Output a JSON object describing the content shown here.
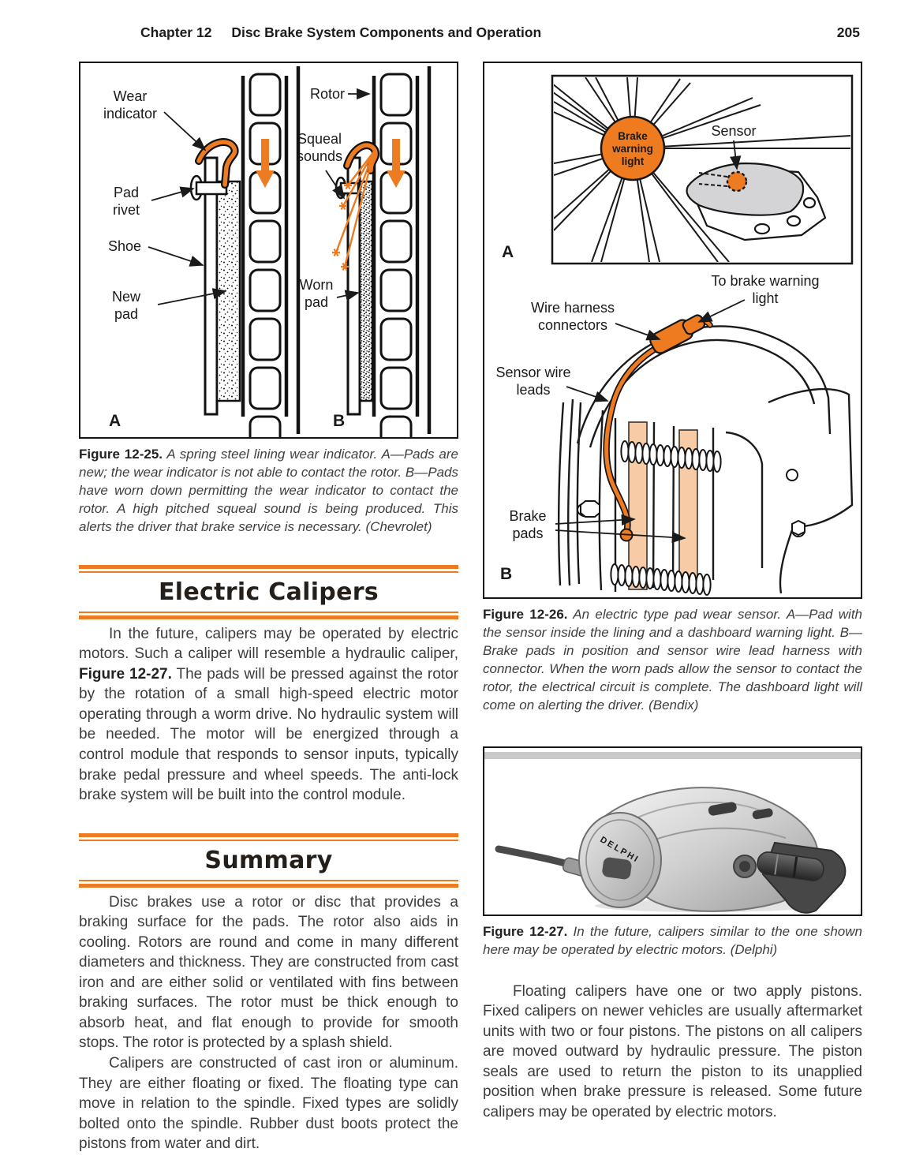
{
  "page": {
    "number": "205"
  },
  "header": {
    "chapter": "Chapter 12",
    "title": "Disc Brake System Components and Operation"
  },
  "colors": {
    "accent": "#ed7b21",
    "pad_peach": "#f6cba6",
    "pad_gray": "#d4d4d6"
  },
  "fig_12_25": {
    "labels": {
      "wear_1": "Wear",
      "wear_2": "indicator",
      "rivet_1": "Pad",
      "rivet_2": "rivet",
      "shoe": "Shoe",
      "new_1": "New",
      "new_2": "pad",
      "rotor": "Rotor",
      "squeal_1": "Squeal",
      "squeal_2": "sounds",
      "worn_1": "Worn",
      "worn_2": "pad",
      "a": "A",
      "b": "B"
    },
    "caption_lead": "Figure 12-25.",
    "caption": "A spring steel lining wear indicator. A—Pads are new; the wear indicator is not able to contact the rotor. B—Pads have worn down permitting the wear indicator to contact the rotor. A high pitched squeal sound is being produced. This alerts the driver that brake service is necessary. (Chevrolet)"
  },
  "sections": {
    "electric_calipers": {
      "heading": "Electric Calipers",
      "para_before": "In the future, calipers may be operated by electric motors. Such a caliper will resemble a hydraulic caliper, ",
      "para_ref": "Figure 12-27.",
      "para_after": " The pads will be pressed against the rotor by the rotation of a small high-speed electric motor operating through a worm drive. No hydraulic system will be needed. The motor will be energized through a control module that responds to sensor inputs, typically brake pedal pressure and wheel speeds. The anti-lock brake system will be built into the control module."
    },
    "summary": {
      "heading": "Summary",
      "para_1": "Disc brakes use a rotor or disc that provides a braking surface for the pads. The rotor also aids in cooling. Rotors are round and come in many different diameters and thickness. They are constructed from cast iron and are either solid or ventilated with fins between braking surfaces. The rotor must be thick enough to absorb heat, and flat enough to provide for smooth stops. The rotor is protected by a splash shield.",
      "para_2": "Calipers are constructed of cast iron or aluminum. They are either floating or fixed. The floating type can move in relation to the spindle. Fixed types are solidly bolted onto the spindle. Rubber dust boots protect the pistons from water and dirt."
    }
  },
  "fig_12_26": {
    "labels": {
      "warning_1": "Brake",
      "warning_2": "warning",
      "warning_3": "light",
      "sensor": "Sensor",
      "to_light_1": "To brake warning",
      "to_light_2": "light",
      "harness_1": "Wire harness",
      "harness_2": "connectors",
      "leads_1": "Sensor wire",
      "leads_2": "leads",
      "pads_1": "Brake",
      "pads_2": "pads",
      "a": "A",
      "b": "B"
    },
    "caption_lead": "Figure 12-26.",
    "caption": "An electric type pad wear sensor. A—Pad with the sensor inside the lining and a dashboard warning light. B—Brake pads in position and sensor wire lead harness with connector. When the worn pads allow the sensor to contact the rotor, the electrical circuit is complete. The dashboard light will come on alerting the driver. (Bendix)"
  },
  "fig_12_27": {
    "brand": "DELPHI",
    "caption_lead": "Figure 12-27.",
    "caption": "In the future, calipers similar to the one shown here may be operated by electric motors. (Delphi)"
  },
  "closing_para": "Floating calipers have one or two apply pistons. Fixed calipers on newer vehicles are usually aftermarket units with two or four pistons. The pistons on all calipers are moved outward by hydraulic pressure. The piston seals are used to return the piston to its unapplied position when brake pressure is released. Some future calipers may be operated by electric motors."
}
